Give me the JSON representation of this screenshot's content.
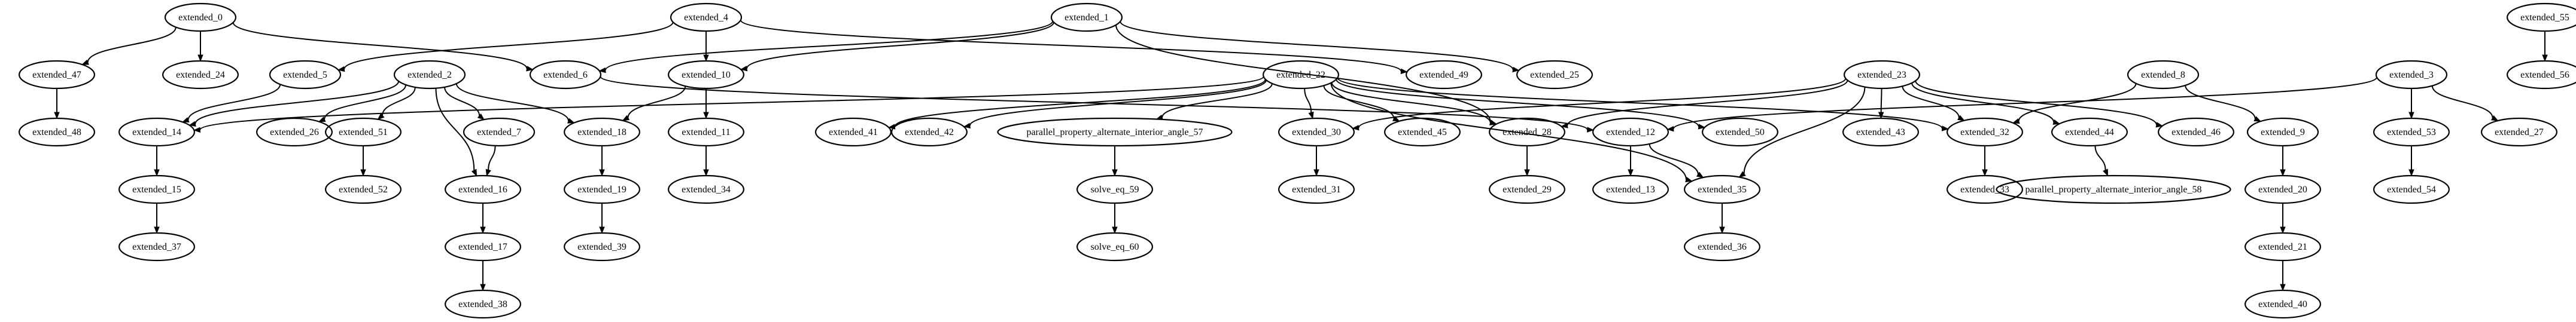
{
  "graph": {
    "type": "directed-graph",
    "nodes": [
      {
        "id": "extended_0",
        "label": "extended_0"
      },
      {
        "id": "extended_47",
        "label": "extended_47"
      },
      {
        "id": "extended_48",
        "label": "extended_48"
      },
      {
        "id": "extended_24",
        "label": "extended_24"
      },
      {
        "id": "extended_4",
        "label": "extended_4"
      },
      {
        "id": "extended_5",
        "label": "extended_5"
      },
      {
        "id": "extended_6",
        "label": "extended_6"
      },
      {
        "id": "extended_10",
        "label": "extended_10"
      },
      {
        "id": "extended_11",
        "label": "extended_11"
      },
      {
        "id": "extended_34",
        "label": "extended_34"
      },
      {
        "id": "extended_2",
        "label": "extended_2"
      },
      {
        "id": "extended_14",
        "label": "extended_14"
      },
      {
        "id": "extended_15",
        "label": "extended_15"
      },
      {
        "id": "extended_37",
        "label": "extended_37"
      },
      {
        "id": "extended_26",
        "label": "extended_26"
      },
      {
        "id": "extended_51",
        "label": "extended_51"
      },
      {
        "id": "extended_52",
        "label": "extended_52"
      },
      {
        "id": "extended_7",
        "label": "extended_7"
      },
      {
        "id": "extended_16",
        "label": "extended_16"
      },
      {
        "id": "extended_17",
        "label": "extended_17"
      },
      {
        "id": "extended_38",
        "label": "extended_38"
      },
      {
        "id": "extended_18",
        "label": "extended_18"
      },
      {
        "id": "extended_19",
        "label": "extended_19"
      },
      {
        "id": "extended_39",
        "label": "extended_39"
      },
      {
        "id": "extended_1",
        "label": "extended_1"
      },
      {
        "id": "extended_25",
        "label": "extended_25"
      },
      {
        "id": "extended_49",
        "label": "extended_49"
      },
      {
        "id": "extended_22",
        "label": "extended_22"
      },
      {
        "id": "extended_41",
        "label": "extended_41"
      },
      {
        "id": "extended_42",
        "label": "extended_42"
      },
      {
        "id": "parallel_property_alternate_interior_angle_57",
        "label": "parallel_property_alternate_interior_angle_57"
      },
      {
        "id": "solve_eq_59",
        "label": "solve_eq_59"
      },
      {
        "id": "solve_eq_60",
        "label": "solve_eq_60"
      },
      {
        "id": "extended_30",
        "label": "extended_30"
      },
      {
        "id": "extended_31",
        "label": "extended_31"
      },
      {
        "id": "extended_45",
        "label": "extended_45"
      },
      {
        "id": "extended_28",
        "label": "extended_28"
      },
      {
        "id": "extended_29",
        "label": "extended_29"
      },
      {
        "id": "extended_50",
        "label": "extended_50"
      },
      {
        "id": "extended_23",
        "label": "extended_23"
      },
      {
        "id": "extended_12",
        "label": "extended_12"
      },
      {
        "id": "extended_13",
        "label": "extended_13"
      },
      {
        "id": "extended_35",
        "label": "extended_35"
      },
      {
        "id": "extended_36",
        "label": "extended_36"
      },
      {
        "id": "extended_43",
        "label": "extended_43"
      },
      {
        "id": "extended_32",
        "label": "extended_32"
      },
      {
        "id": "extended_33",
        "label": "extended_33"
      },
      {
        "id": "extended_44",
        "label": "extended_44"
      },
      {
        "id": "parallel_property_alternate_interior_angle_58",
        "label": "parallel_property_alternate_interior_angle_58"
      },
      {
        "id": "extended_46",
        "label": "extended_46"
      },
      {
        "id": "extended_8",
        "label": "extended_8"
      },
      {
        "id": "extended_9",
        "label": "extended_9"
      },
      {
        "id": "extended_20",
        "label": "extended_20"
      },
      {
        "id": "extended_21",
        "label": "extended_21"
      },
      {
        "id": "extended_40",
        "label": "extended_40"
      },
      {
        "id": "extended_3",
        "label": "extended_3"
      },
      {
        "id": "extended_53",
        "label": "extended_53"
      },
      {
        "id": "extended_54",
        "label": "extended_54"
      },
      {
        "id": "extended_27",
        "label": "extended_27"
      },
      {
        "id": "extended_55",
        "label": "extended_55"
      },
      {
        "id": "extended_56",
        "label": "extended_56"
      }
    ],
    "edges": [
      [
        "extended_0",
        "extended_47"
      ],
      [
        "extended_0",
        "extended_24"
      ],
      [
        "extended_0",
        "extended_6"
      ],
      [
        "extended_47",
        "extended_48"
      ],
      [
        "extended_4",
        "extended_5"
      ],
      [
        "extended_4",
        "extended_10"
      ],
      [
        "extended_4",
        "extended_49"
      ],
      [
        "extended_5",
        "extended_14"
      ],
      [
        "extended_6",
        "extended_12"
      ],
      [
        "extended_10",
        "extended_11"
      ],
      [
        "extended_10",
        "extended_18"
      ],
      [
        "extended_11",
        "extended_34"
      ],
      [
        "extended_2",
        "extended_14"
      ],
      [
        "extended_2",
        "extended_26"
      ],
      [
        "extended_2",
        "extended_51"
      ],
      [
        "extended_2",
        "extended_7"
      ],
      [
        "extended_2",
        "extended_16"
      ],
      [
        "extended_2",
        "extended_18"
      ],
      [
        "extended_14",
        "extended_15"
      ],
      [
        "extended_15",
        "extended_37"
      ],
      [
        "extended_51",
        "extended_52"
      ],
      [
        "extended_7",
        "extended_16"
      ],
      [
        "extended_16",
        "extended_17"
      ],
      [
        "extended_17",
        "extended_38"
      ],
      [
        "extended_18",
        "extended_19"
      ],
      [
        "extended_19",
        "extended_39"
      ],
      [
        "extended_1",
        "extended_6"
      ],
      [
        "extended_1",
        "extended_10"
      ],
      [
        "extended_1",
        "extended_25"
      ],
      [
        "extended_1",
        "extended_28"
      ],
      [
        "extended_22",
        "extended_41"
      ],
      [
        "extended_22",
        "extended_42"
      ],
      [
        "extended_22",
        "parallel_property_alternate_interior_angle_57"
      ],
      [
        "extended_22",
        "extended_30"
      ],
      [
        "extended_22",
        "extended_45"
      ],
      [
        "extended_22",
        "extended_28"
      ],
      [
        "extended_22",
        "extended_50"
      ],
      [
        "extended_22",
        "extended_35"
      ],
      [
        "extended_22",
        "extended_32"
      ],
      [
        "extended_22",
        "extended_14"
      ],
      [
        "parallel_property_alternate_interior_angle_57",
        "solve_eq_59"
      ],
      [
        "solve_eq_59",
        "solve_eq_60"
      ],
      [
        "extended_30",
        "extended_31"
      ],
      [
        "extended_28",
        "extended_29"
      ],
      [
        "extended_23",
        "extended_30"
      ],
      [
        "extended_23",
        "extended_28"
      ],
      [
        "extended_23",
        "extended_35"
      ],
      [
        "extended_23",
        "extended_43"
      ],
      [
        "extended_23",
        "extended_32"
      ],
      [
        "extended_23",
        "extended_44"
      ],
      [
        "extended_23",
        "extended_46"
      ],
      [
        "extended_12",
        "extended_13"
      ],
      [
        "extended_12",
        "extended_35"
      ],
      [
        "extended_35",
        "extended_36"
      ],
      [
        "extended_32",
        "extended_33"
      ],
      [
        "extended_44",
        "parallel_property_alternate_interior_angle_58"
      ],
      [
        "extended_8",
        "extended_32"
      ],
      [
        "extended_8",
        "extended_9"
      ],
      [
        "extended_9",
        "extended_20"
      ],
      [
        "extended_20",
        "extended_21"
      ],
      [
        "extended_21",
        "extended_40"
      ],
      [
        "extended_3",
        "extended_12"
      ],
      [
        "extended_3",
        "extended_53"
      ],
      [
        "extended_3",
        "extended_27"
      ],
      [
        "extended_53",
        "extended_54"
      ],
      [
        "extended_55",
        "extended_56"
      ]
    ]
  }
}
